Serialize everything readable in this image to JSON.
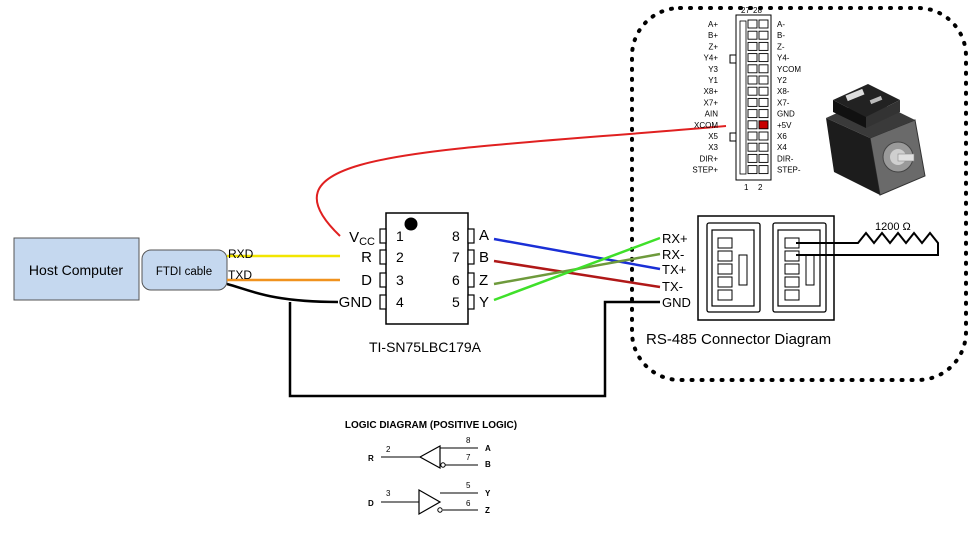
{
  "host": {
    "label": "Host Computer"
  },
  "ftdi": {
    "label": "FTDI cable",
    "rxd": "RXD",
    "txd": "TXD"
  },
  "chip": {
    "name": "TI-SN75LBC179A",
    "left_pins": [
      {
        "signal": "V",
        "sub": "CC",
        "num": "1"
      },
      {
        "signal": "R",
        "num": "2"
      },
      {
        "signal": "D",
        "num": "3"
      },
      {
        "signal": "GND",
        "num": "4"
      }
    ],
    "right_pins": [
      {
        "signal": "A",
        "num": "8"
      },
      {
        "signal": "B",
        "num": "7"
      },
      {
        "signal": "Z",
        "num": "6"
      },
      {
        "signal": "Y",
        "num": "5"
      }
    ]
  },
  "rs485": {
    "caption": "RS-485 Connector Diagram",
    "pins": [
      "RX+",
      "RX-",
      "TX+",
      "TX-",
      "GND"
    ],
    "resistor": "1200 Ω"
  },
  "io_header": {
    "top_numbers": [
      "27",
      "28"
    ],
    "bottom_numbers": [
      "1",
      "2"
    ],
    "left_labels": [
      "A+",
      "B+",
      "Z+",
      "Y4+",
      "Y3",
      "Y1",
      "X8+",
      "X7+",
      "AIN",
      "XCOM",
      "X5",
      "X3",
      "DIR+",
      "STEP+"
    ],
    "right_labels": [
      "A-",
      "B-",
      "Z-",
      "Y4-",
      "YCOM",
      "Y2",
      "X8-",
      "X7-",
      "GND",
      "+5V",
      "X6",
      "X4",
      "DIR-",
      "STEP-"
    ]
  },
  "logic": {
    "title": "LOGIC DIAGRAM (POSITIVE LOGIC)",
    "r_label": "R",
    "r_pin": "2",
    "d_label": "D",
    "d_pin": "3",
    "out_a_pin": "8",
    "out_a": "A",
    "out_b_pin": "7",
    "out_b": "B",
    "out_y_pin": "5",
    "out_y": "Y",
    "out_z_pin": "6",
    "out_z": "Z"
  },
  "colors": {
    "vcc_wire": "#e02020",
    "rxd_wire": "#f2e600",
    "txd_wire": "#f0921e",
    "gnd_wire": "#000000",
    "a_wire": "#1a2fd6",
    "b_wire": "#b01818",
    "z_wire": "#6e9a3c",
    "y_wire": "#3fe02a",
    "host_fill": "#c5d8ef",
    "motor_body": "#1c1c1c"
  }
}
